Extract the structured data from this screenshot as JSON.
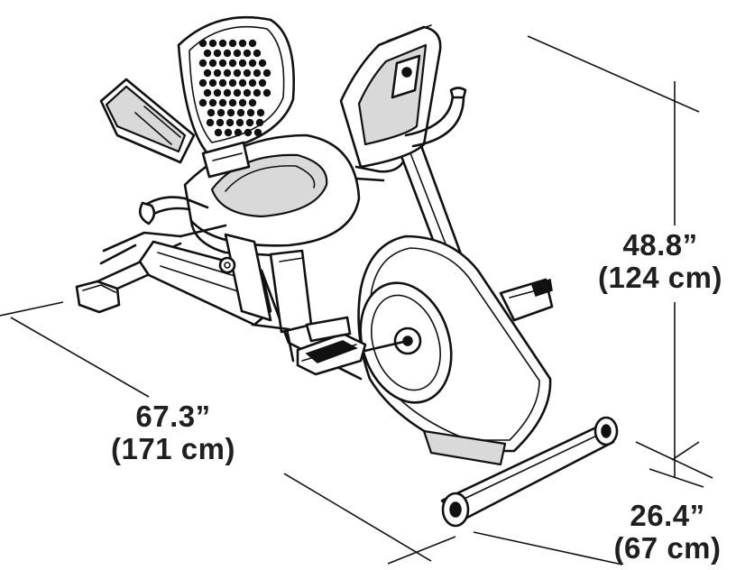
{
  "dimensions": {
    "height": {
      "imperial": "48.8”",
      "metric": "(124 cm)"
    },
    "length": {
      "imperial": "67.3”",
      "metric": "(171 cm)"
    },
    "width": {
      "imperial": "26.4”",
      "metric": "(67 cm)"
    }
  },
  "colors": {
    "line": "#111111",
    "background": "#ffffff",
    "shade": "#d9d9d9"
  }
}
